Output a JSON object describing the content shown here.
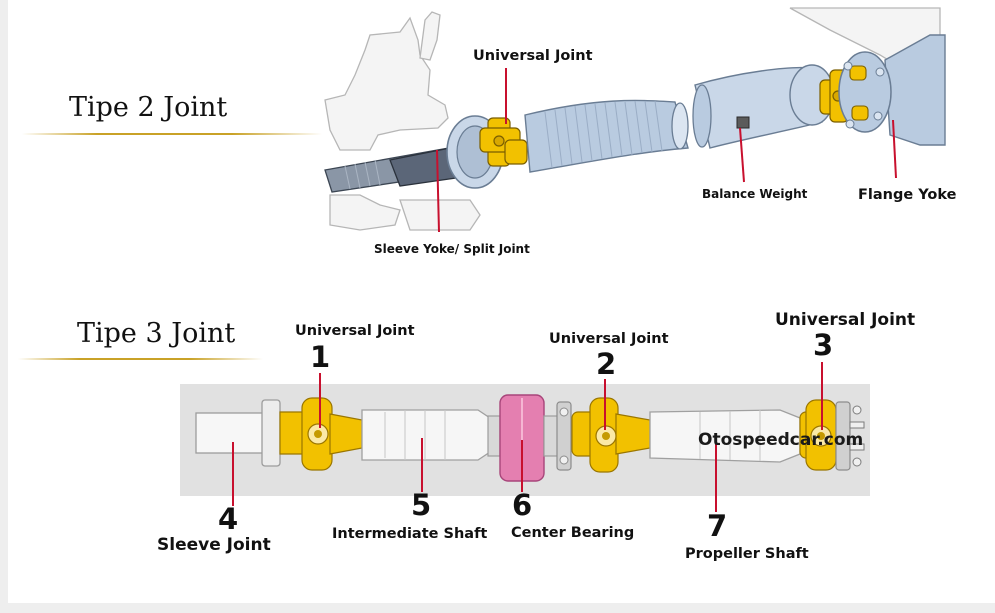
{
  "tipe2": {
    "title": "Tipe 2 Joint",
    "labels": {
      "universal_joint": "Universal Joint",
      "balance_weight": "Balance Weight",
      "flange_yoke": "Flange Yoke",
      "sleeve_yoke": "Sleeve Yoke/ Split Joint"
    }
  },
  "tipe3": {
    "title": "Tipe 3 Joint",
    "watermark": "Otospeedcar.com",
    "callouts": [
      {
        "number": "1",
        "label": "Universal Joint"
      },
      {
        "number": "2",
        "label": "Universal Joint"
      },
      {
        "number": "3",
        "label": "Universal Joint"
      },
      {
        "number": "4",
        "label": "Sleeve Joint"
      },
      {
        "number": "5",
        "label": "Intermediate Shaft"
      },
      {
        "number": "6",
        "label": "Center Bearing"
      },
      {
        "number": "7",
        "label": "Propeller Shaft"
      }
    ]
  },
  "colors": {
    "accent_rule": "#c9a227",
    "callout_line": "#c8102e",
    "joint_yellow": "#f2c100",
    "bearing_pink": "#e47fb0",
    "shaft_blue": "#b9cbe0",
    "panel_grey": "#e1e1e1"
  }
}
